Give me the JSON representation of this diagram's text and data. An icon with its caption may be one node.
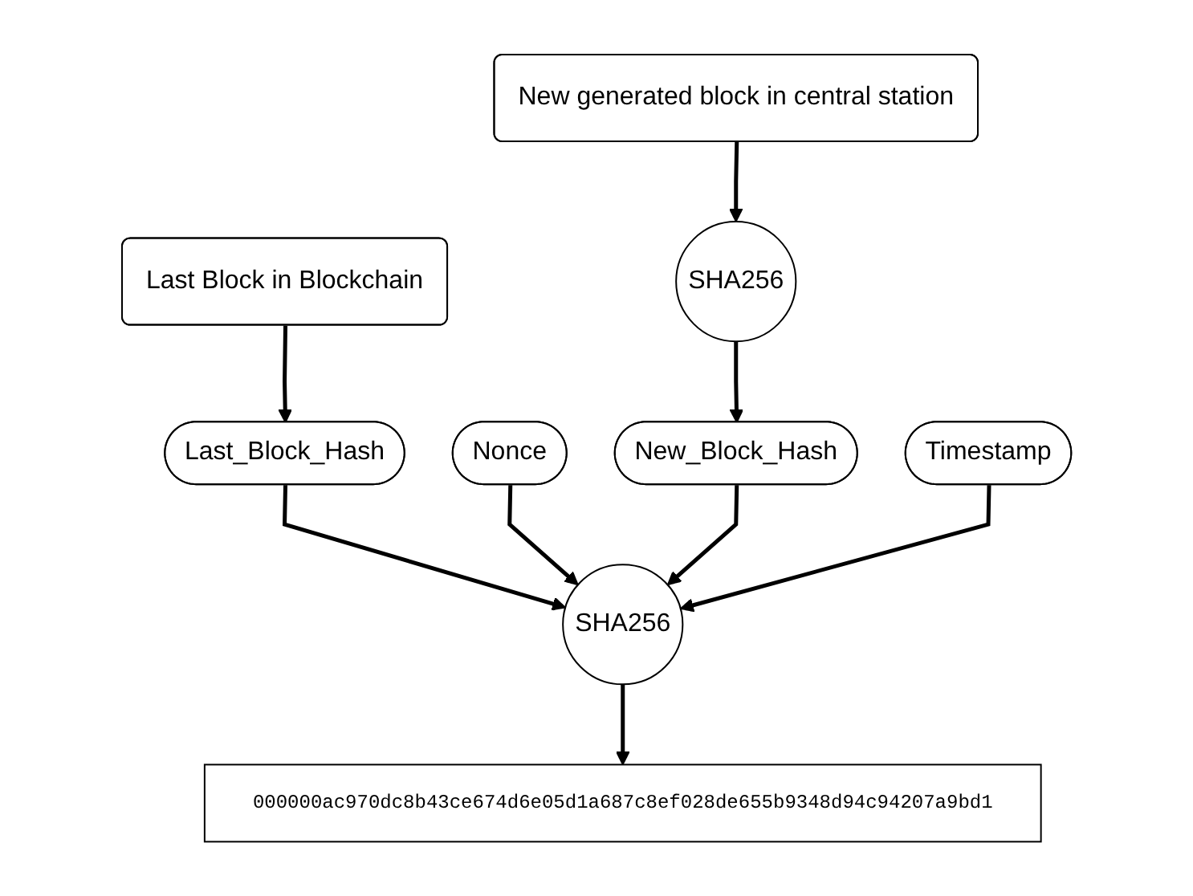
{
  "diagram": {
    "nodes": [
      {
        "text": [
          "Last Block in Blockchain"
        ]
      },
      {
        "text": [
          "New generated block in central station"
        ]
      },
      {
        "text": [
          "SHA256"
        ]
      },
      {
        "text": [
          "Last_Block_Hash"
        ]
      },
      {
        "text": [
          "Nonce"
        ]
      },
      {
        "text": [
          "New_Block_Hash"
        ]
      },
      {
        "text": [
          "Timestamp"
        ]
      },
      {
        "text": [
          "SHA256"
        ]
      },
      {
        "text": [
          "000000ac970dc8b43ce674d6e05d1a687c8ef028de655b9348d94c94207a9bd1"
        ]
      }
    ],
    "edges": [
      {
        "from": 0,
        "to": 3,
        "arrow": "to"
      },
      {
        "from": 1,
        "to": 2,
        "arrow": "to"
      },
      {
        "from": 2,
        "to": 5,
        "arrow": "to"
      },
      {
        "from": 3,
        "to": 7,
        "arrow": "to"
      },
      {
        "from": 4,
        "to": 7,
        "arrow": "to"
      },
      {
        "from": 5,
        "to": 7,
        "arrow": "to"
      },
      {
        "from": 6,
        "to": 7,
        "arrow": "to"
      },
      {
        "from": 7,
        "to": 8,
        "arrow": "to"
      }
    ]
  }
}
